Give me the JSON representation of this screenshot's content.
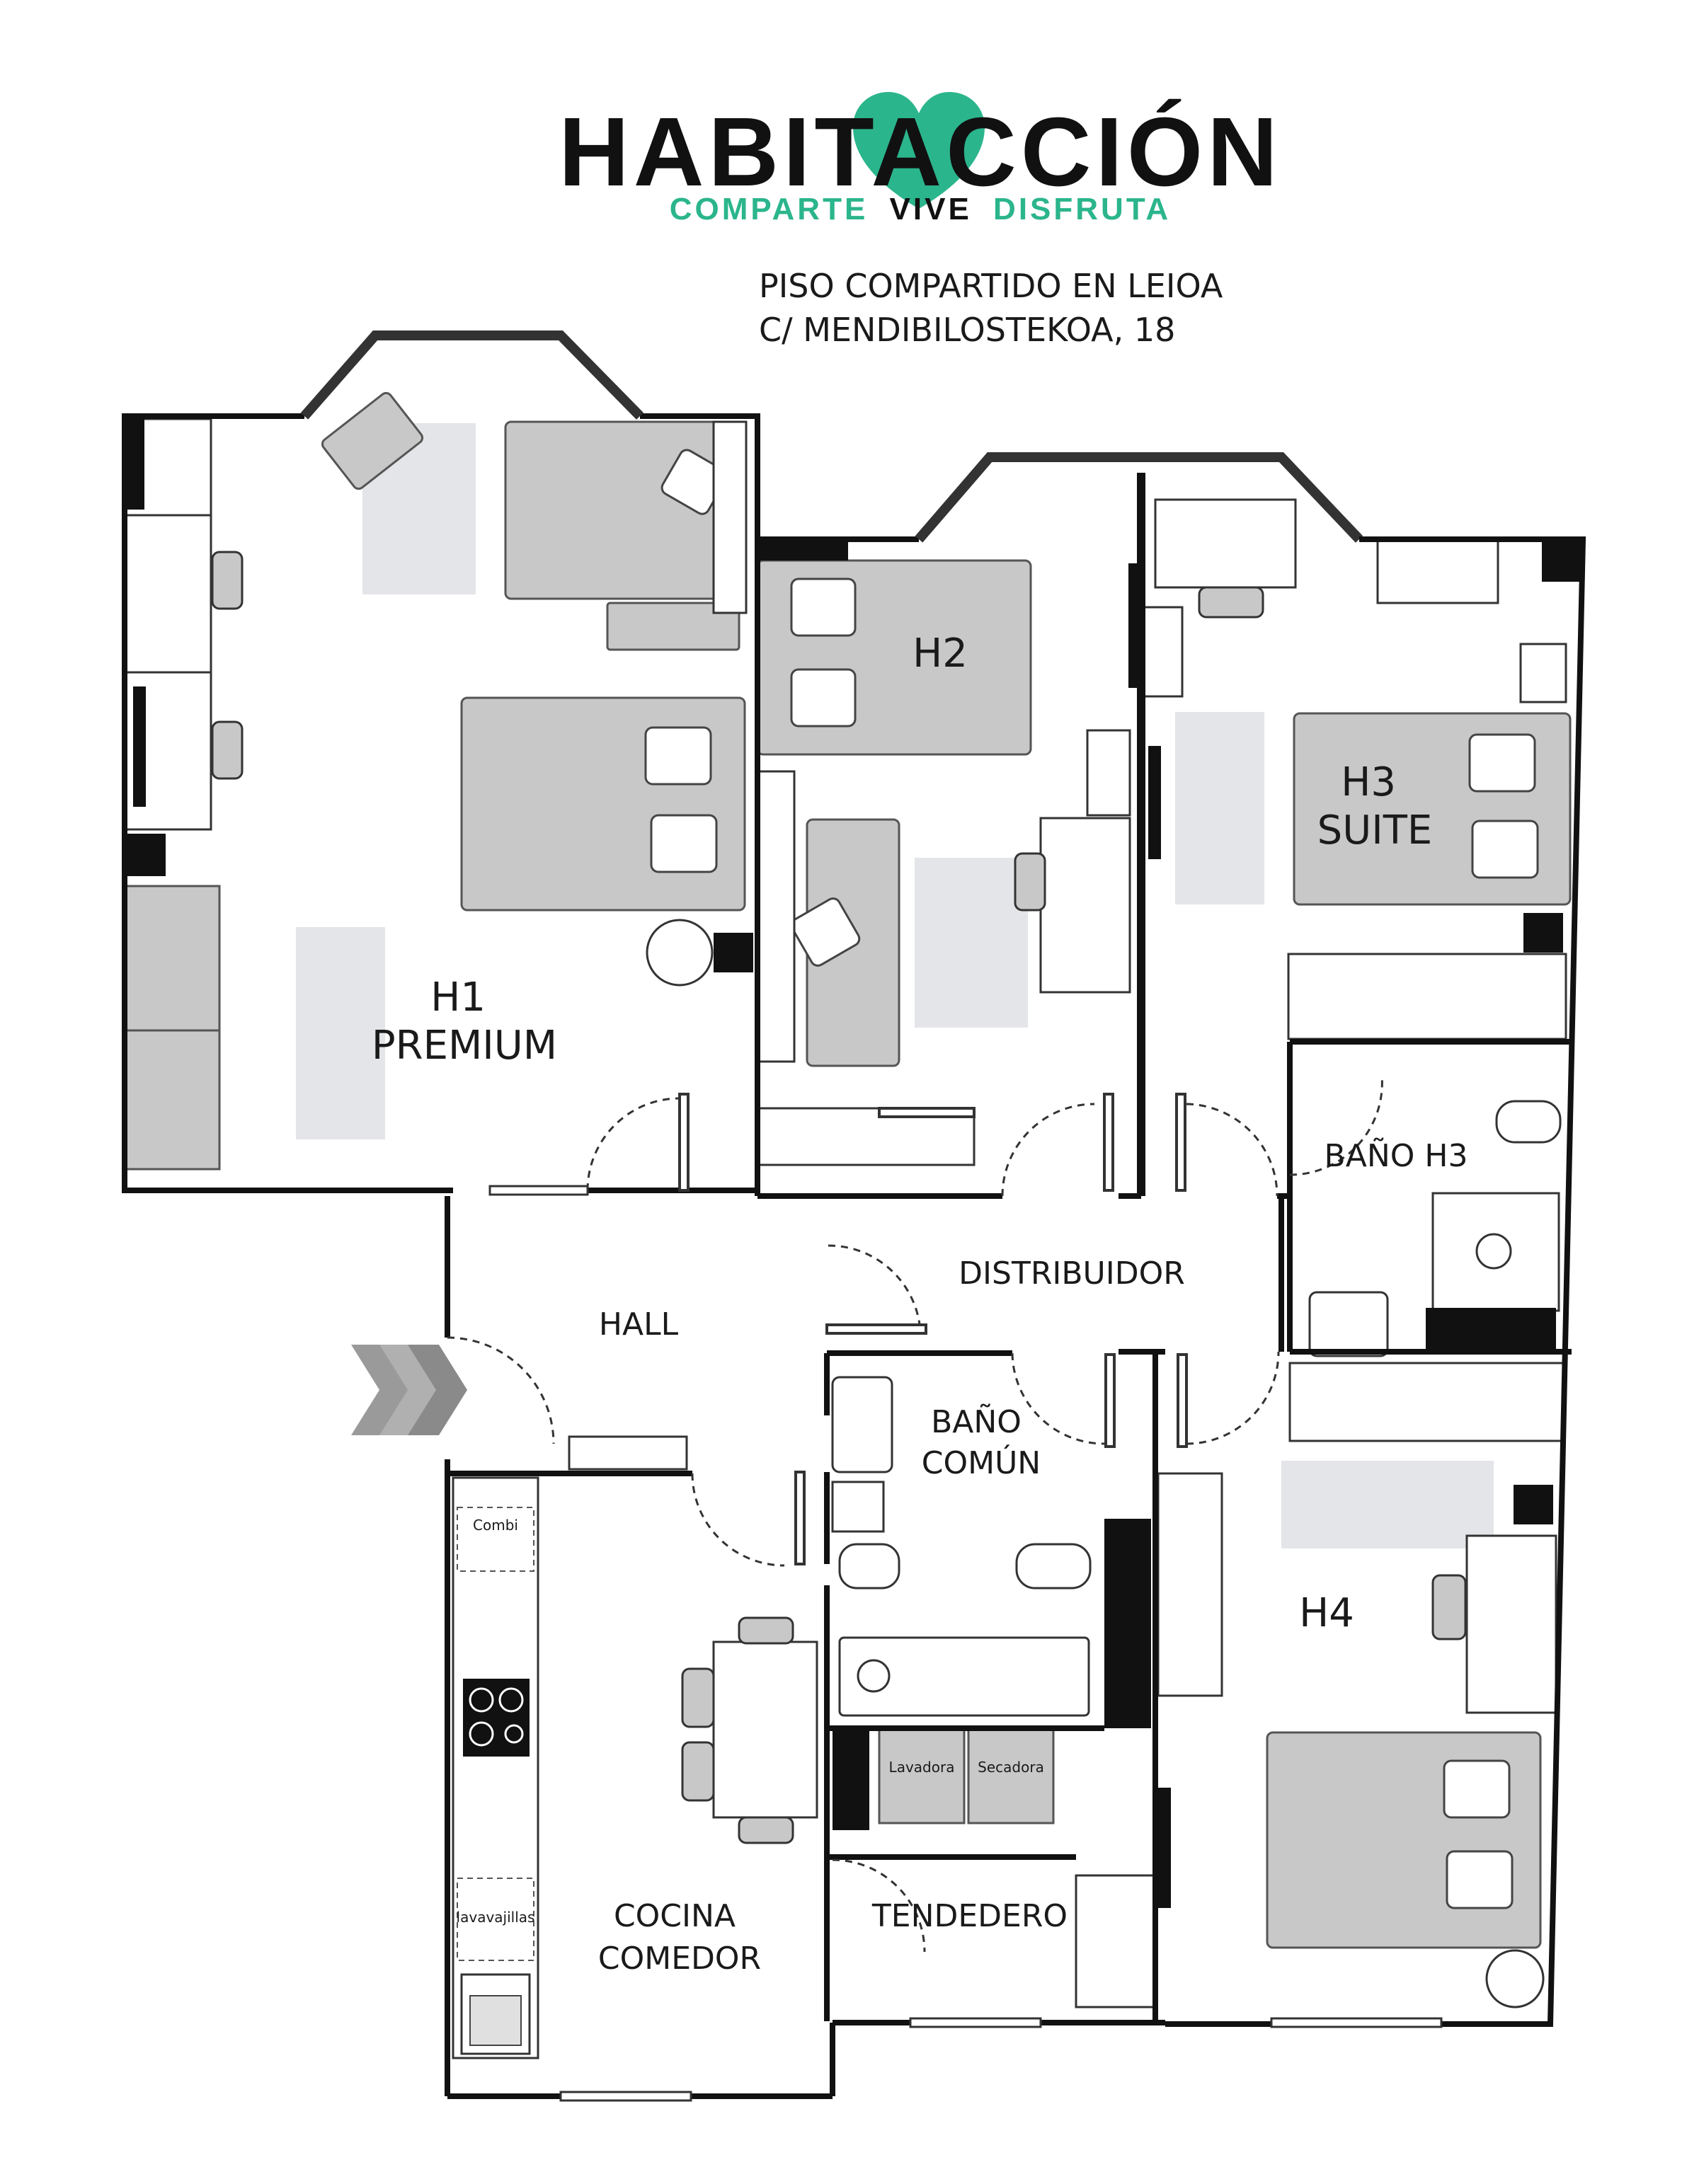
{
  "header": {
    "brand": "HABITACCIÓN",
    "tagline": [
      "COMPARTE",
      "VIVE",
      "DISFRUTA"
    ],
    "address_line1": "PISO COMPARTIDO EN LEIOA",
    "address_line2": "C/ MENDIBILOSTEKOA, 18"
  },
  "colors": {
    "accent": "#2bb58c",
    "wall": "#111111",
    "furniture": "#c8c8c8",
    "rug": "#e4e5e8",
    "arrow": "#9a9a9a"
  },
  "rooms": {
    "h1": [
      "H1",
      "PREMIUM"
    ],
    "h2": "H2",
    "h3": [
      "H3",
      "SUITE"
    ],
    "h4": "H4",
    "hall": "HALL",
    "distribuidor": "DISTRIBUIDOR",
    "bano_h3": "BAÑO H3",
    "bano_comun": [
      "BAÑO",
      "COMÚN"
    ],
    "cocina": [
      "COCINA",
      "COMEDOR"
    ],
    "tendedero": "TENDEDERO"
  },
  "appliances": {
    "combi": "Combi",
    "lavavajillas": "lavavajillas",
    "lavadora": "Lavadora",
    "secadora": "Secadora"
  },
  "icons": [
    "heart-icon",
    "entrance-arrow-icon"
  ]
}
